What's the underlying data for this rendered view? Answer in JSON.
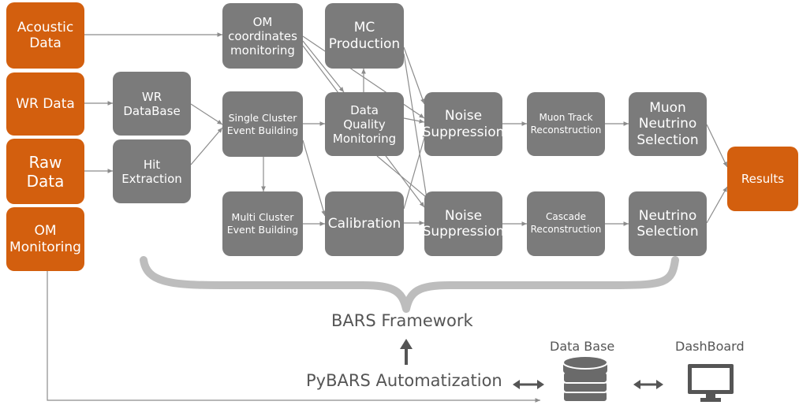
{
  "inputs": {
    "acoustic": "Acoustic\nData",
    "wr": "WR Data",
    "raw": "Raw\nData",
    "om": "OM\nMonitoring"
  },
  "process": {
    "wr_db": "WR\nDataBase",
    "hit": "Hit\nExtraction",
    "om_coord": "OM\ncoordinates\nmonitoring",
    "single_cluster": "Single Cluster\nEvent Building",
    "multi_cluster": "Multi Cluster\nEvent Building",
    "mc": "MC\nProduction",
    "dqm": "Data\nQuality\nMonitoring",
    "calibration": "Calibration",
    "noise_top": "Noise\nSuppression",
    "noise_bottom": "Noise\nSuppression",
    "muon_track": "Muon Track\nReconstruction",
    "cascade": "Cascade\nReconstruction",
    "muon_sel": "Muon\nNeutrino\nSelection",
    "neutrino_sel": "Neutrino\nSelection"
  },
  "output": {
    "results": "Results"
  },
  "labels": {
    "framework": "BARS Framework",
    "automatization": "PyBARS Automatization",
    "database": "Data Base",
    "dashboard": "DashBoard"
  },
  "icons": {
    "database": "database-icon",
    "dashboard": "monitor-icon",
    "bidirectional": "double-arrow-icon",
    "up": "up-arrow-icon"
  },
  "colors": {
    "input_box": "#d35f0e",
    "process_box": "#7b7b7b",
    "connector": "#8c8c8c",
    "brace": "#bdbdbd",
    "text_dark": "#555555"
  }
}
